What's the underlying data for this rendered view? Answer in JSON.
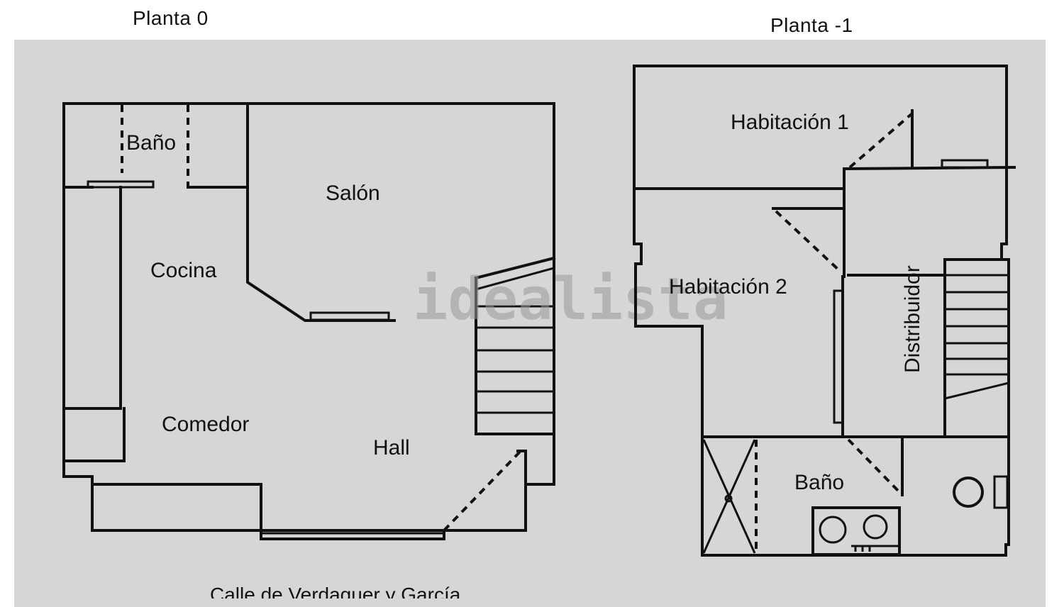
{
  "floors": {
    "ground": {
      "title": "Planta 0",
      "rooms": {
        "bano": "Baño",
        "salon": "Salón",
        "cocina": "Cocina",
        "comedor": "Comedor",
        "hall": "Hall"
      },
      "street": "Calle de Verdaguer y García"
    },
    "basement": {
      "title": "Planta -1",
      "rooms": {
        "habitacion1": "Habitación 1",
        "habitacion2": "Habitación 2",
        "distribuidor": "Distribuidor",
        "bano": "Baño"
      }
    }
  },
  "watermark": "idealista",
  "colors": {
    "background": "#d6d6d6",
    "walls": "#111111"
  }
}
